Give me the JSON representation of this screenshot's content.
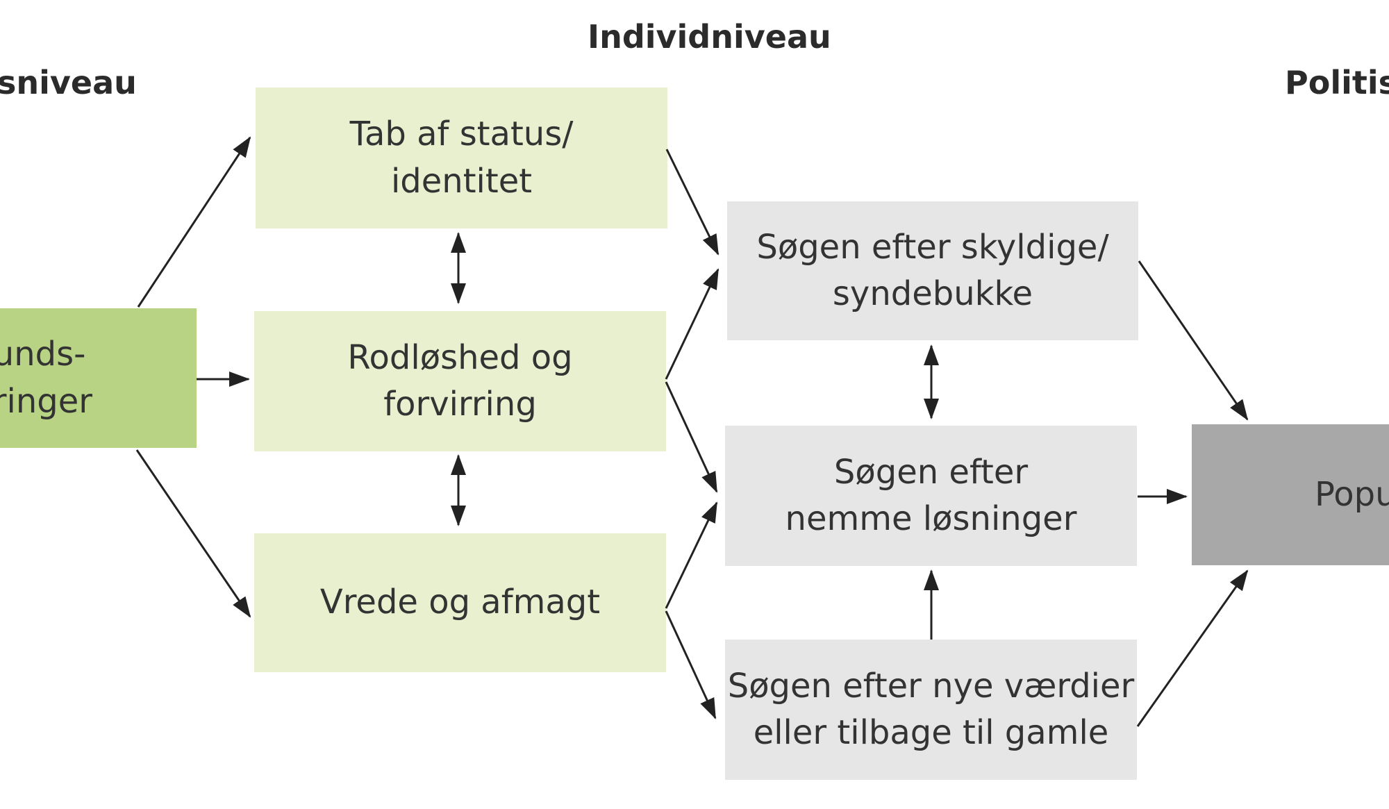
{
  "headers": {
    "left": "sniveau",
    "center": "Individniveau",
    "right": "Politis"
  },
  "boxes": {
    "source": "unds-\nringer",
    "status": "Tab af status/\nidentitet",
    "rodloshed": "Rodløshed og\nforvirring",
    "vrede": "Vrede og afmagt",
    "skyldige": "Søgen efter skyldige/\nsyndebukke",
    "nemme": "Søgen efter\nnemme løsninger",
    "vaerdier": "Søgen efter nye værdier\neller tilbage til gamle",
    "popu": "Popu"
  },
  "colors": {
    "source_fill": "#b7d383",
    "individ_fill": "#e8f0cf",
    "search_fill": "#e6e6e6",
    "popu_fill": "#a8a8a8",
    "arrow": "#222222"
  }
}
